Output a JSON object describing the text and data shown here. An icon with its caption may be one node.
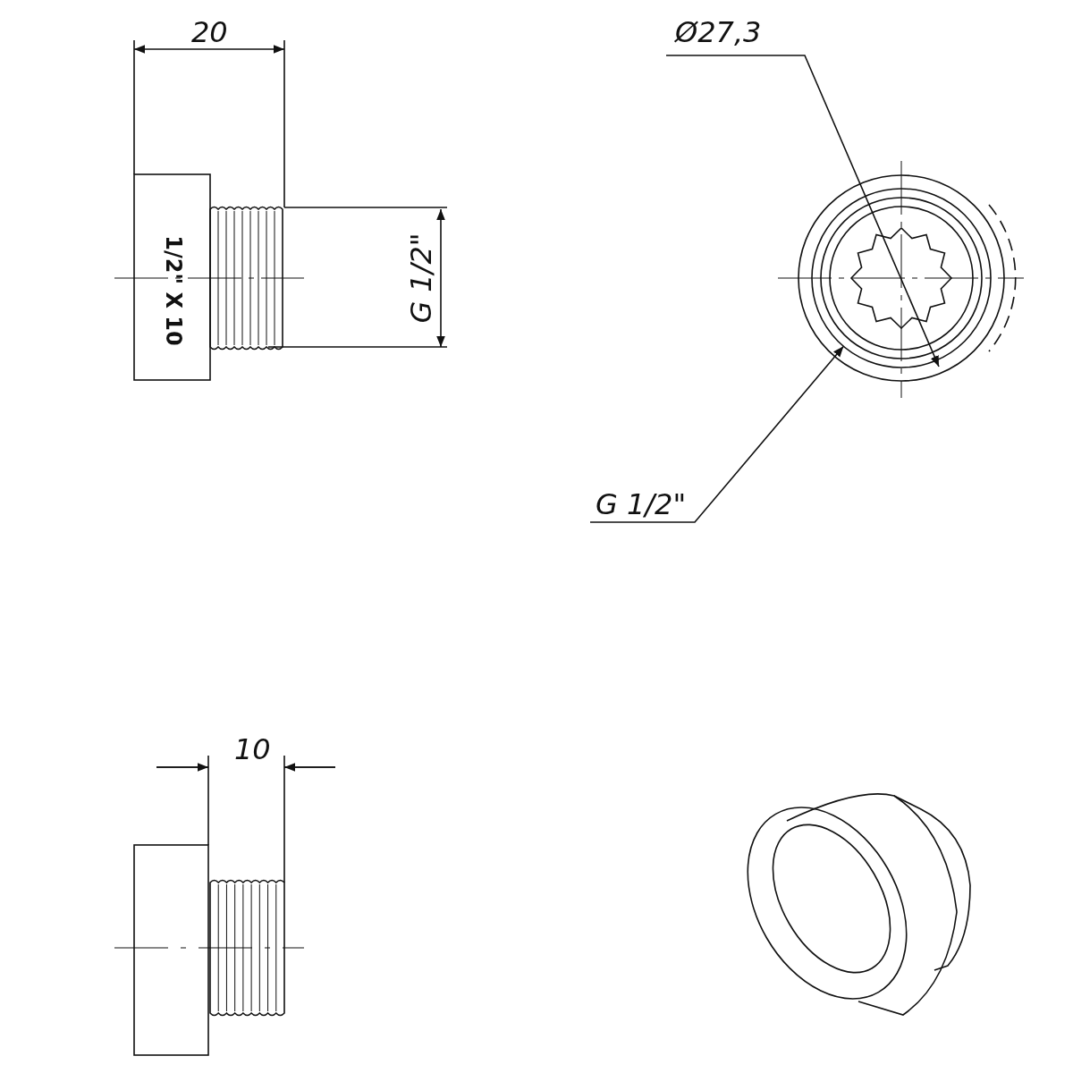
{
  "diagram": {
    "nodes": [
      {
        "text": [
          "G 1/2\""
        ]
      },
      {
        "text": [],
        "shape": "circle"
      }
    ],
    "edges": [
      {
        "from": 0,
        "to": 1,
        "arrow": "to"
      }
    ],
    "labels": [
      "20",
      "1/2\" X 10",
      "G 1/2\"",
      "Ø27,3",
      "10"
    ]
  }
}
